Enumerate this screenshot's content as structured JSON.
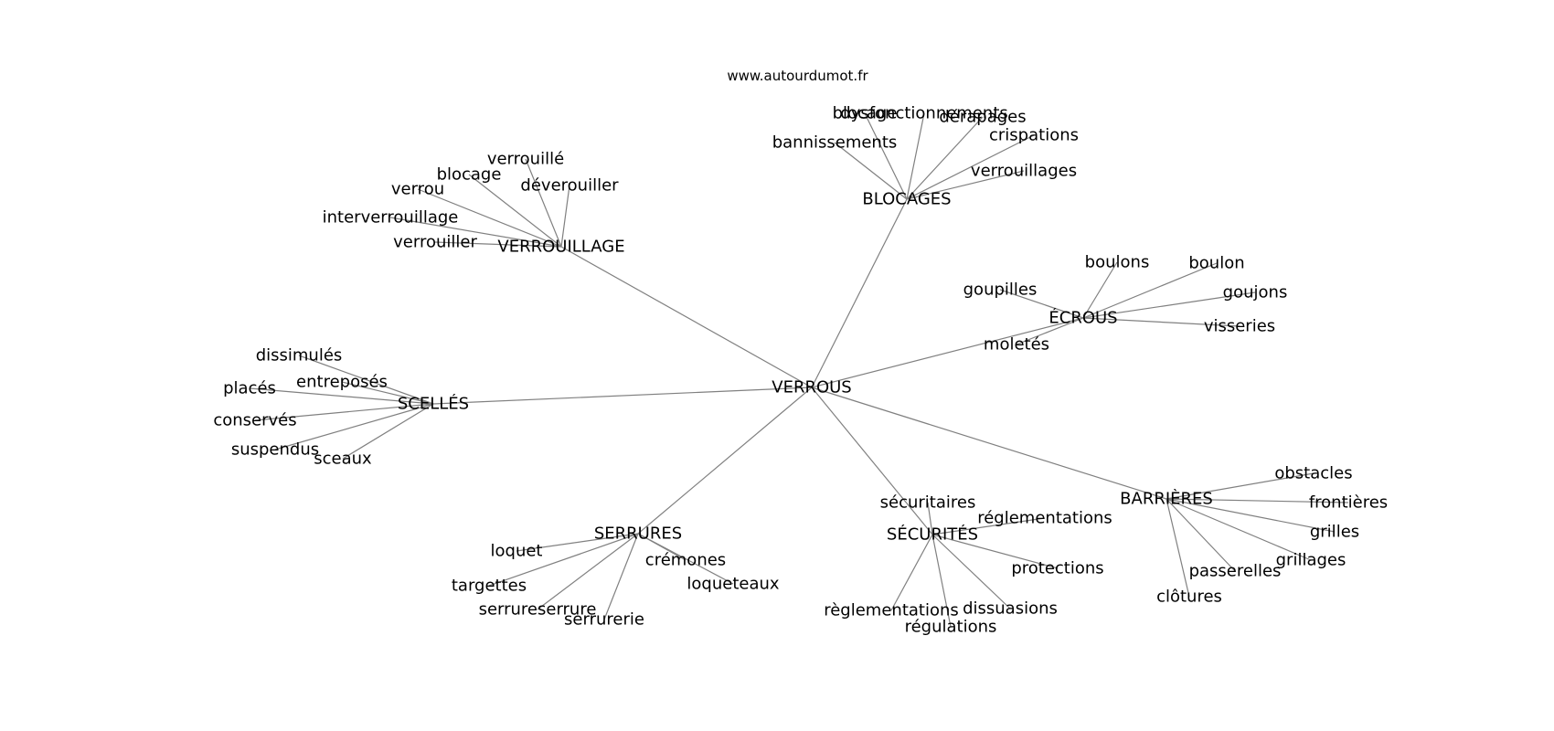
{
  "credit": "www.autourdumot.fr",
  "graph": {
    "root": "VERROUS",
    "groups": [
      {
        "label": "VERROUILLAGE",
        "children": [
          "verrouillé",
          "blocage",
          "verrou",
          "déverouiller",
          "interverrouillage",
          "verrouiller"
        ]
      },
      {
        "label": "BLOCAGES",
        "children": [
          "blocage",
          "dysfonctionnements",
          "dérapages",
          "crispations",
          "bannissements",
          "verrouillages"
        ]
      },
      {
        "label": "ÉCROUS",
        "children": [
          "boulons",
          "boulon",
          "goupilles",
          "goujons",
          "visseries",
          "moletés"
        ]
      },
      {
        "label": "SCELLÉS",
        "children": [
          "dissimulés",
          "entreposés",
          "placés",
          "conservés",
          "suspendus",
          "sceaux"
        ]
      },
      {
        "label": "BARRIÈRES",
        "children": [
          "obstacles",
          "frontières",
          "grilles",
          "grillages",
          "passerelles",
          "clôtures"
        ]
      },
      {
        "label": "SÉCURITÉS",
        "children": [
          "sécuritaires",
          "réglementations",
          "protections",
          "dissuasions",
          "règlementations",
          "régulations"
        ]
      },
      {
        "label": "SERRURES",
        "children": [
          "loquet",
          "crémones",
          "loqueteaux",
          "targettes",
          "serrureserrure",
          "serrurerie"
        ]
      }
    ]
  }
}
